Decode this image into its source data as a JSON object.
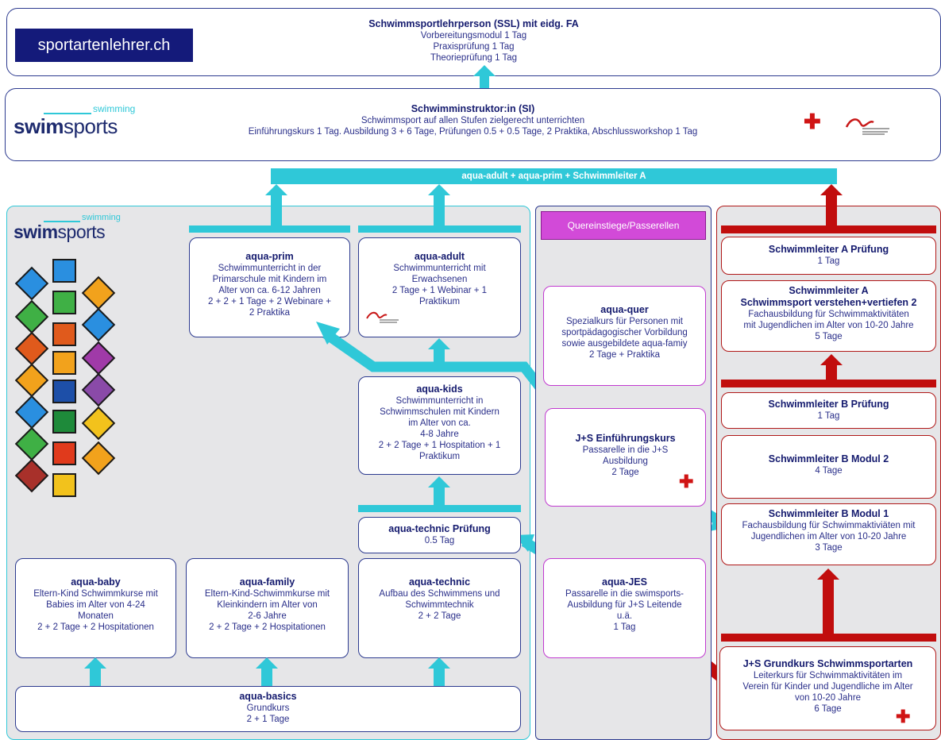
{
  "top_box": {
    "logo_text": "sportartenlehrer.ch",
    "title": "Schwimmsportlehrperson (SSL) mit eidg. FA",
    "lines": [
      "Vorbereitungsmodul 1 Tag",
      "Praxisprüfung 1 Tag",
      "Theorieprüfung 1 Tag"
    ]
  },
  "si_box": {
    "title": "Schwimminstruktor:in (SI)",
    "line1": "Schwimmsport auf allen Stufen zielgerecht unterrichten",
    "line2": "Einführungskurs 1 Tag. Ausbildung 3 + 6 Tage, Prüfungen 0.5 + 0.5 Tage, 2 Praktika, Abschlussworkshop 1 Tag"
  },
  "logo": {
    "small": "swimming",
    "big_bold": "swim",
    "big_rest": "sports"
  },
  "top_bar_label": "aqua-adult + aqua-prim + Schwimmleiter A",
  "quer_label": "Quereinstiege/Passerellen",
  "left_boxes": {
    "aqua_prim": {
      "title": "aqua-prim",
      "lines": [
        "Schwimmunterricht in der",
        "Primarschule mit Kindern im",
        "Alter von ca. 6-12 Jahren",
        "2 + 2 + 1 Tage + 2 Webinare +",
        "2 Praktika"
      ]
    },
    "aqua_adult": {
      "title": "aqua-adult",
      "lines": [
        "Schwimmunterricht mit",
        "Erwachsenen",
        "2 Tage + 1 Webinar + 1",
        "Praktikum"
      ]
    },
    "aqua_kids": {
      "title": "aqua-kids",
      "lines": [
        "Schwimmunterricht in",
        "Schwimmschulen mit Kindern",
        "im Alter von ca.",
        "4-8 Jahre",
        "2 + 2 Tage + 1 Hospitation + 1",
        "Praktikum"
      ]
    },
    "aqua_technic_pruefung": {
      "title": "aqua-technic Prüfung",
      "lines": [
        "0.5 Tag"
      ]
    },
    "aqua_baby": {
      "title": "aqua-baby",
      "lines": [
        "Eltern-Kind Schwimmkurse mit",
        "Babies im Alter von 4-24",
        "Monaten",
        "2 + 2 Tage + 2 Hospitationen"
      ]
    },
    "aqua_family": {
      "title": "aqua-family",
      "lines": [
        "Eltern-Kind-Schwimmkurse mit",
        "Kleinkindern im Alter von",
        "2-6 Jahre",
        "2 + 2 Tage + 2 Hospitationen"
      ]
    },
    "aqua_technic": {
      "title": "aqua-technic",
      "lines": [
        "Aufbau des Schwimmens und",
        "Schwimmtechnik",
        "2 + 2 Tage"
      ]
    },
    "aqua_basics": {
      "title": "aqua-basics",
      "lines": [
        "Grundkurs",
        "2 + 1 Tage"
      ]
    }
  },
  "mid_boxes": {
    "aqua_quer": {
      "title": "aqua-quer",
      "lines": [
        "Spezialkurs für Personen mit",
        "sportpädagogischer Vorbildung",
        "sowie ausgebildete aqua-famiy",
        "2 Tage  + Praktika"
      ]
    },
    "js_einfuehrung": {
      "title": "J+S Einführungskurs",
      "lines": [
        "Passarelle in die J+S",
        "Ausbildung",
        "2 Tage"
      ]
    },
    "aqua_jes": {
      "title": "aqua-JES",
      "lines": [
        "Passarelle in die swimsports-",
        "Ausbildung für J+S Leitende",
        "u.ä.",
        "1 Tag"
      ]
    }
  },
  "right_boxes": {
    "sla_pruefung": {
      "title": "Schwimmleiter A Prüfung",
      "lines": [
        "1 Tag"
      ]
    },
    "sla": {
      "title": "Schwimmleiter A",
      "title2": "Schwimmsport verstehen+vertiefen 2",
      "lines": [
        "Fachausbildung für Schwimmaktivitäten",
        "mit Jugendlichen im Alter von 10-20 Jahre",
        "5 Tage"
      ]
    },
    "slb_pruefung": {
      "title": "Schwimmleiter B Prüfung",
      "lines": [
        "1 Tag"
      ]
    },
    "slb_modul2": {
      "title": "Schwimmleiter B Modul 2",
      "lines": [
        "4 Tage"
      ]
    },
    "slb_modul1": {
      "title": "Schwimmleiter B Modul 1",
      "lines": [
        "Fachausbildung für Schwimmaktiviäten mit",
        "Jugendlichen im Alter von 10-20 Jahre",
        "3 Tage"
      ]
    },
    "js_grundkurs": {
      "title": "J+S Grundkurs Schwimmsportarten",
      "lines": [
        "Leiterkurs für Schwimmaktivitäten im",
        "Verein für Kinder und Jugendliche im Alter",
        "von 10-20 Jahre",
        "6 Tage"
      ]
    }
  },
  "colors": {
    "cyan": "#2fc8d8",
    "red": "#c10d0d",
    "navy": "#141a6e",
    "magenta": "#d24ad8"
  }
}
